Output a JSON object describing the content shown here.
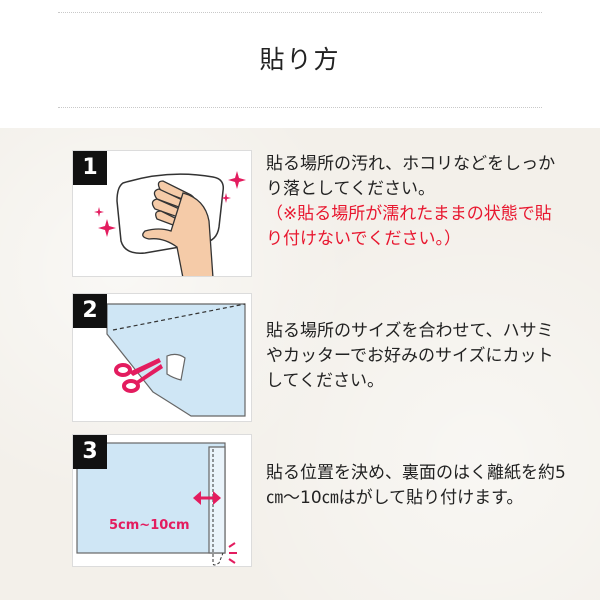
{
  "title": "貼り方",
  "steps": [
    {
      "number": "1",
      "text": "貼る場所の汚れ、ホコリなどをしっかり落としてください。",
      "warning": "（※貼る場所が濡れたままの状態で貼り付けないでください。）",
      "icon": "hand-wiping-cloth"
    },
    {
      "number": "2",
      "text": "貼る場所のサイズを合わせて、ハサミやカッターでお好みのサイズにカットしてください。",
      "icon": "scissors-cutting-sheet"
    },
    {
      "number": "3",
      "text": "貼る位置を決め、裏面のはく離紙を約5㎝～10㎝はがして貼り付けます。",
      "size_label": "5cm~10cm",
      "icon": "peel-backing-sheet"
    }
  ],
  "colors": {
    "accent_red": "#e8172f",
    "accent_pink": "#e31c5f",
    "sheet_blue": "#cfe6f5",
    "number_bg": "#111111"
  }
}
